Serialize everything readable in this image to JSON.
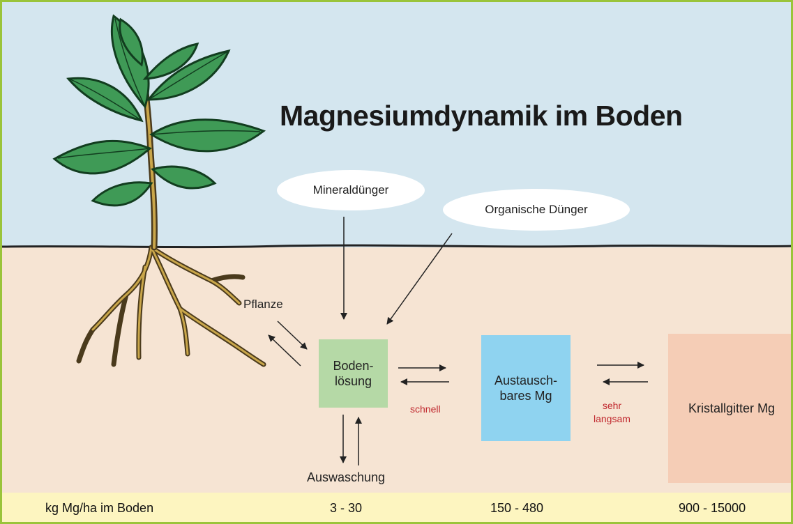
{
  "title": "Magnesiumdynamik im Boden",
  "inputs": {
    "mineral": "Mineraldünger",
    "organic": "Organische Dünger"
  },
  "labels": {
    "plant": "Pflanze",
    "leaching": "Auswaschung",
    "fast": "schnell",
    "slow_line1": "sehr",
    "slow_line2": "langsam"
  },
  "pools": {
    "solution_line1": "Boden-",
    "solution_line2": "lösung",
    "exchangeable_line1": "Austausch-",
    "exchangeable_line2": "bares Mg",
    "crystal": "Kristallgitter Mg"
  },
  "footer": {
    "label": "kg Mg/ha im Boden",
    "solution": "3 - 30",
    "exchangeable": "150 - 480",
    "crystal": "900 - 15000"
  },
  "colors": {
    "frame": "#9ac43a",
    "sky": "#d4e6ef",
    "soil": "#f6e4d3",
    "footer": "#fdf5c0",
    "solution_box": "#b5d9a6",
    "exchangeable_box": "#8fd3f0",
    "crystal_box": "#f5cdb6",
    "rate_text": "#c0272d"
  }
}
